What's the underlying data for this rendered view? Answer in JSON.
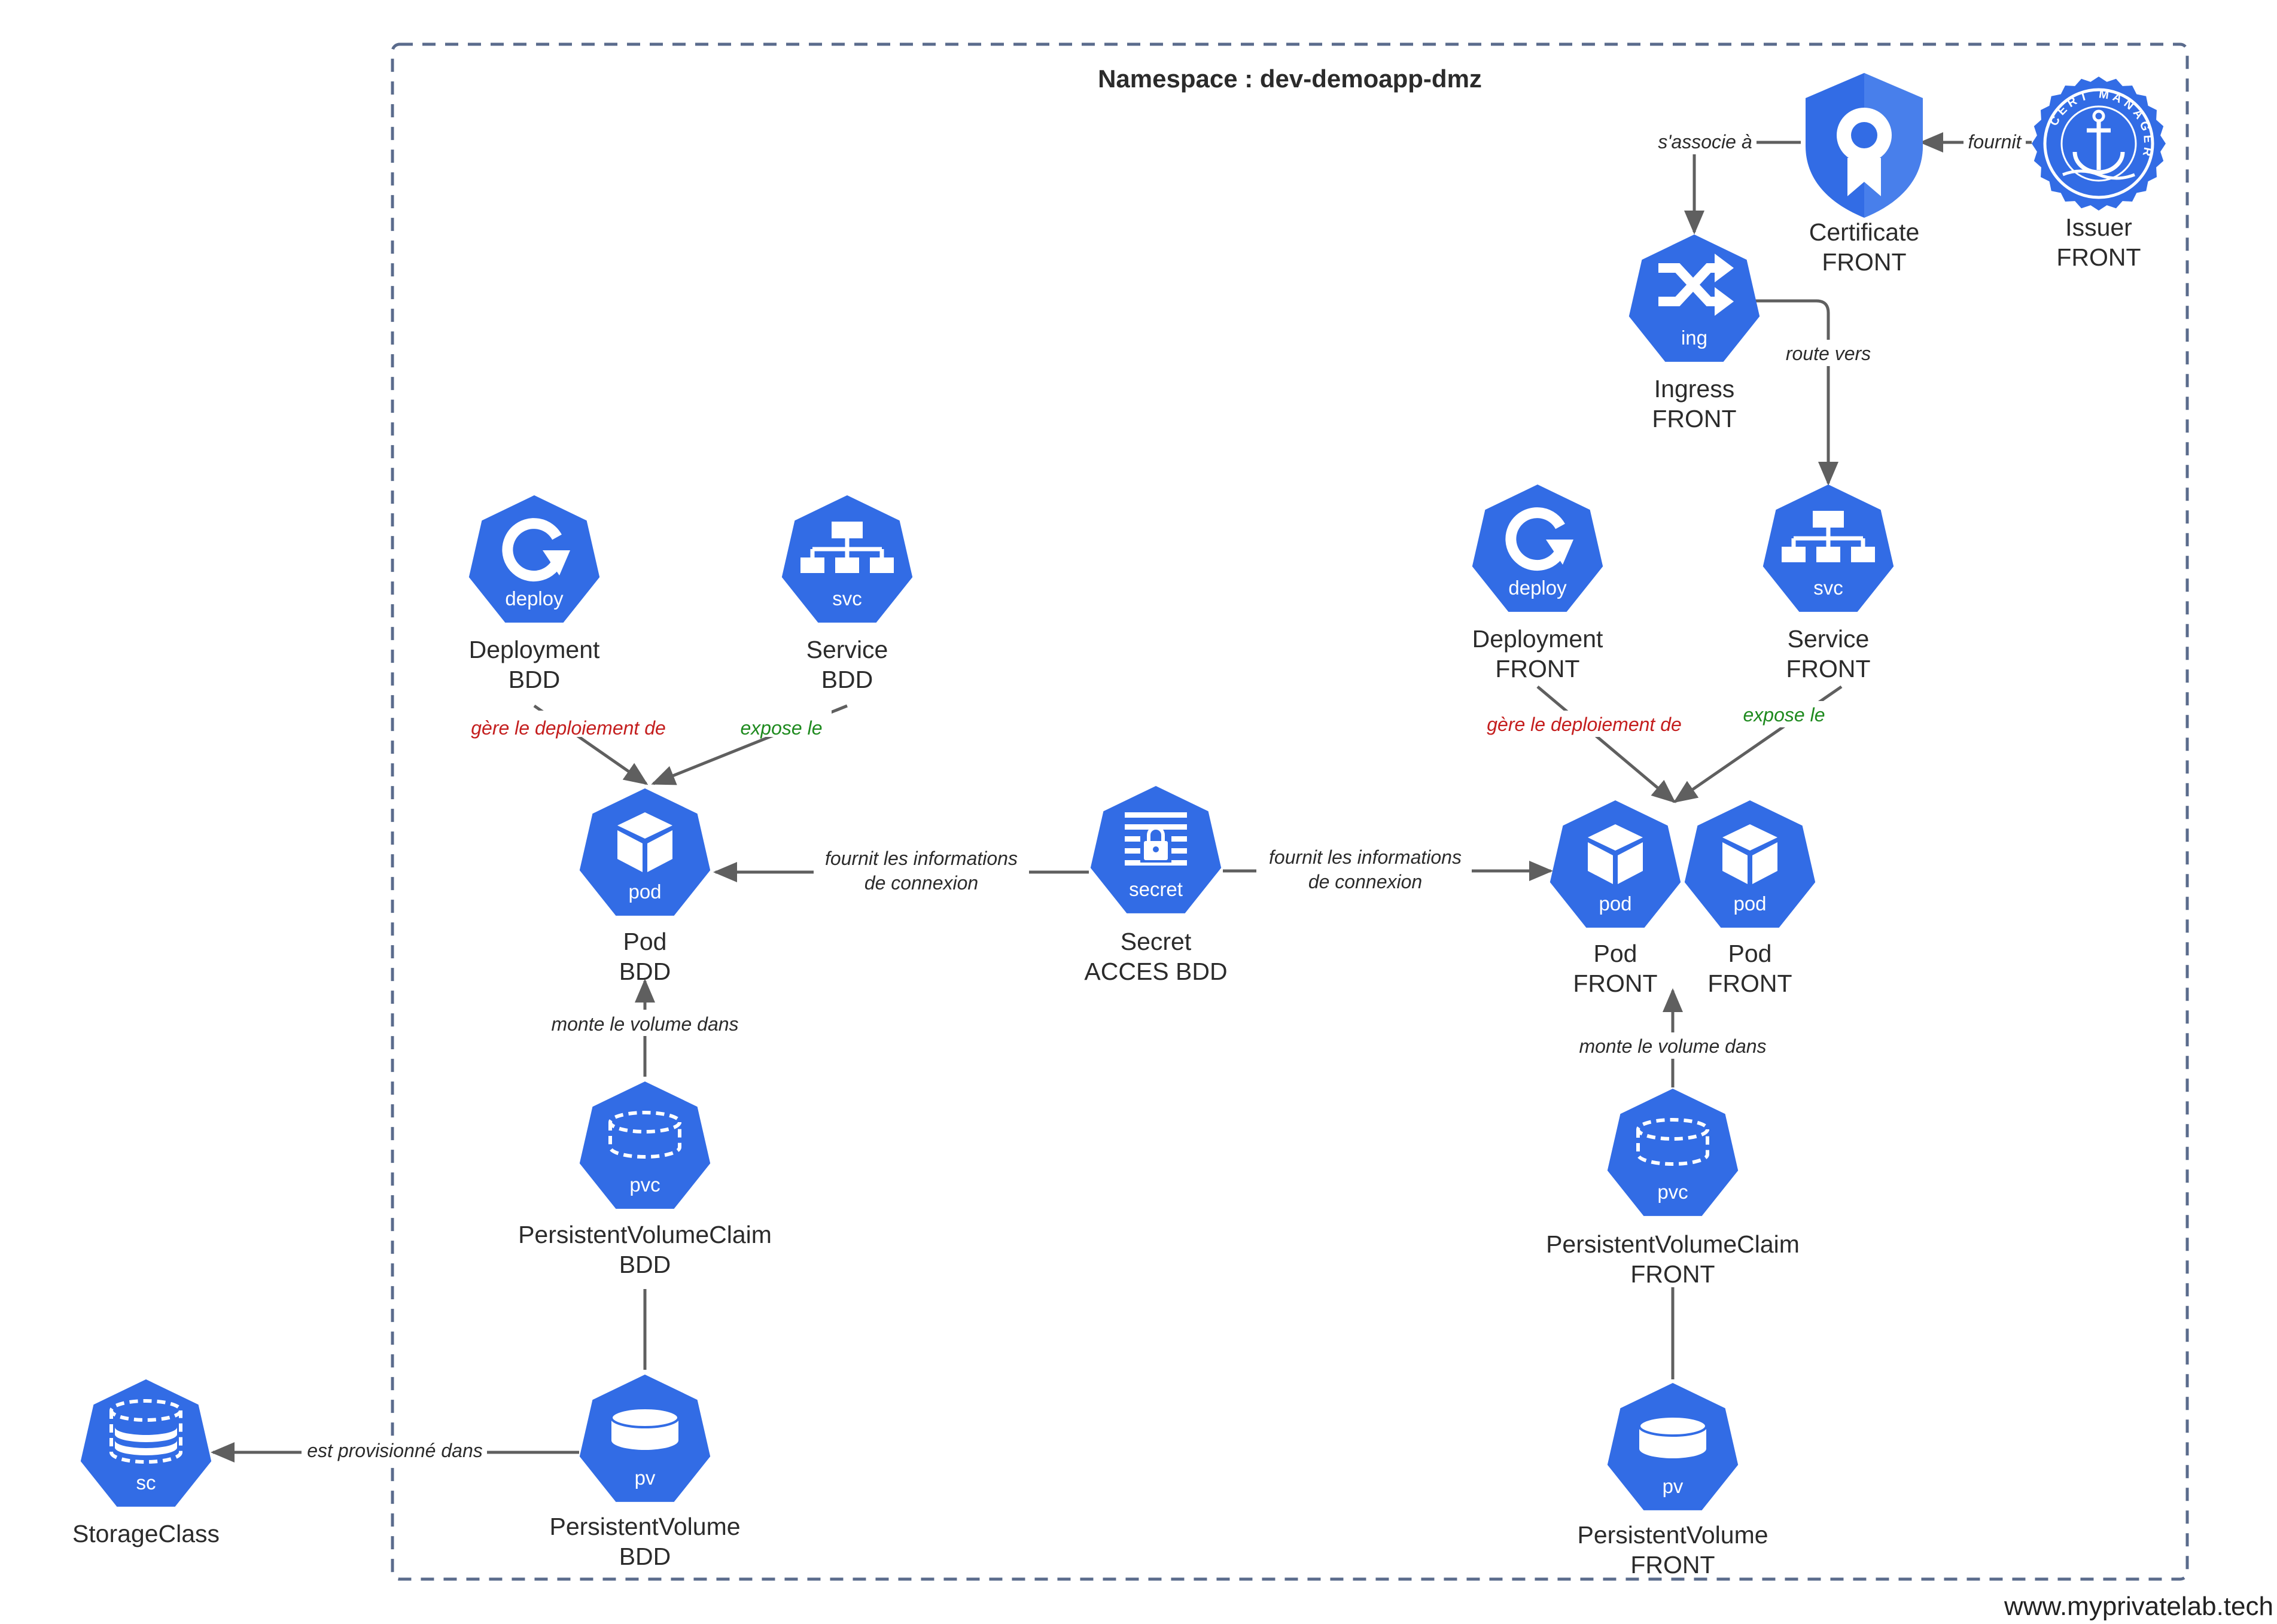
{
  "colors": {
    "node": "#326ce5",
    "edge": "#5f5f5f",
    "label_default": "#2b2b2b",
    "label_manages": "#c41e1e",
    "label_exposes": "#1e8a1e",
    "boundary": "#5a6b8c"
  },
  "namespace": {
    "title": "Namespace : dev-demoapp-dmz"
  },
  "nodes": {
    "deploy_bdd": {
      "icon": "deploy-icon",
      "badge": "deploy",
      "line1": "Deployment",
      "line2": "BDD"
    },
    "svc_bdd": {
      "icon": "service-icon",
      "badge": "svc",
      "line1": "Service",
      "line2": "BDD"
    },
    "pod_bdd": {
      "icon": "pod-icon",
      "badge": "pod",
      "line1": "Pod",
      "line2": "BDD"
    },
    "secret": {
      "icon": "secret-icon",
      "badge": "secret",
      "line1": "Secret",
      "line2": "ACCES BDD"
    },
    "pvc_bdd": {
      "icon": "pvc-icon",
      "badge": "pvc",
      "line1": "PersistentVolumeClaim",
      "line2": "BDD"
    },
    "pv_bdd": {
      "icon": "pv-icon",
      "badge": "pv",
      "line1": "PersistentVolume",
      "line2": "BDD"
    },
    "sc": {
      "icon": "storageclass-icon",
      "badge": "sc",
      "line1": "StorageClass",
      "line2": ""
    },
    "cert": {
      "icon": "certificate-icon",
      "badge": "",
      "line1": "Certificate",
      "line2": "FRONT"
    },
    "issuer": {
      "icon": "cert-manager-icon",
      "badge": "",
      "line1": "Issuer",
      "line2": "FRONT",
      "logo_text": "CERT MANAGER"
    },
    "ing": {
      "icon": "ingress-icon",
      "badge": "ing",
      "line1": "Ingress",
      "line2": "FRONT"
    },
    "deploy_front": {
      "icon": "deploy-icon",
      "badge": "deploy",
      "line1": "Deployment",
      "line2": "FRONT"
    },
    "svc_front": {
      "icon": "service-icon",
      "badge": "svc",
      "line1": "Service",
      "line2": "FRONT"
    },
    "pod_front1": {
      "icon": "pod-icon",
      "badge": "pod",
      "line1": "Pod",
      "line2": "FRONT"
    },
    "pod_front2": {
      "icon": "pod-icon",
      "badge": "pod",
      "line1": "Pod",
      "line2": "FRONT"
    },
    "pvc_front": {
      "icon": "pvc-icon",
      "badge": "pvc",
      "line1": "PersistentVolumeClaim",
      "line2": "FRONT"
    },
    "pv_front": {
      "icon": "pv-icon",
      "badge": "pv",
      "line1": "PersistentVolume",
      "line2": "FRONT"
    }
  },
  "edges": {
    "deploy_bdd_pod": "gère le deploiement de",
    "svc_bdd_pod": "expose le",
    "secret_pod_bdd": [
      "fournit les informations",
      "de connexion"
    ],
    "secret_pod_front": [
      "fournit les informations",
      "de connexion"
    ],
    "pvc_bdd_pod": "monte le volume dans",
    "pv_bdd_sc": "est provisionné dans",
    "cert_ing": "s'associe à",
    "issuer_cert": "fournit",
    "ing_svc": "route vers",
    "deploy_front_pod": "gère le deploiement de",
    "svc_front_pod": "expose le",
    "pvc_front_pod": "monte le volume dans"
  },
  "watermark": "www.myprivatelab.tech"
}
